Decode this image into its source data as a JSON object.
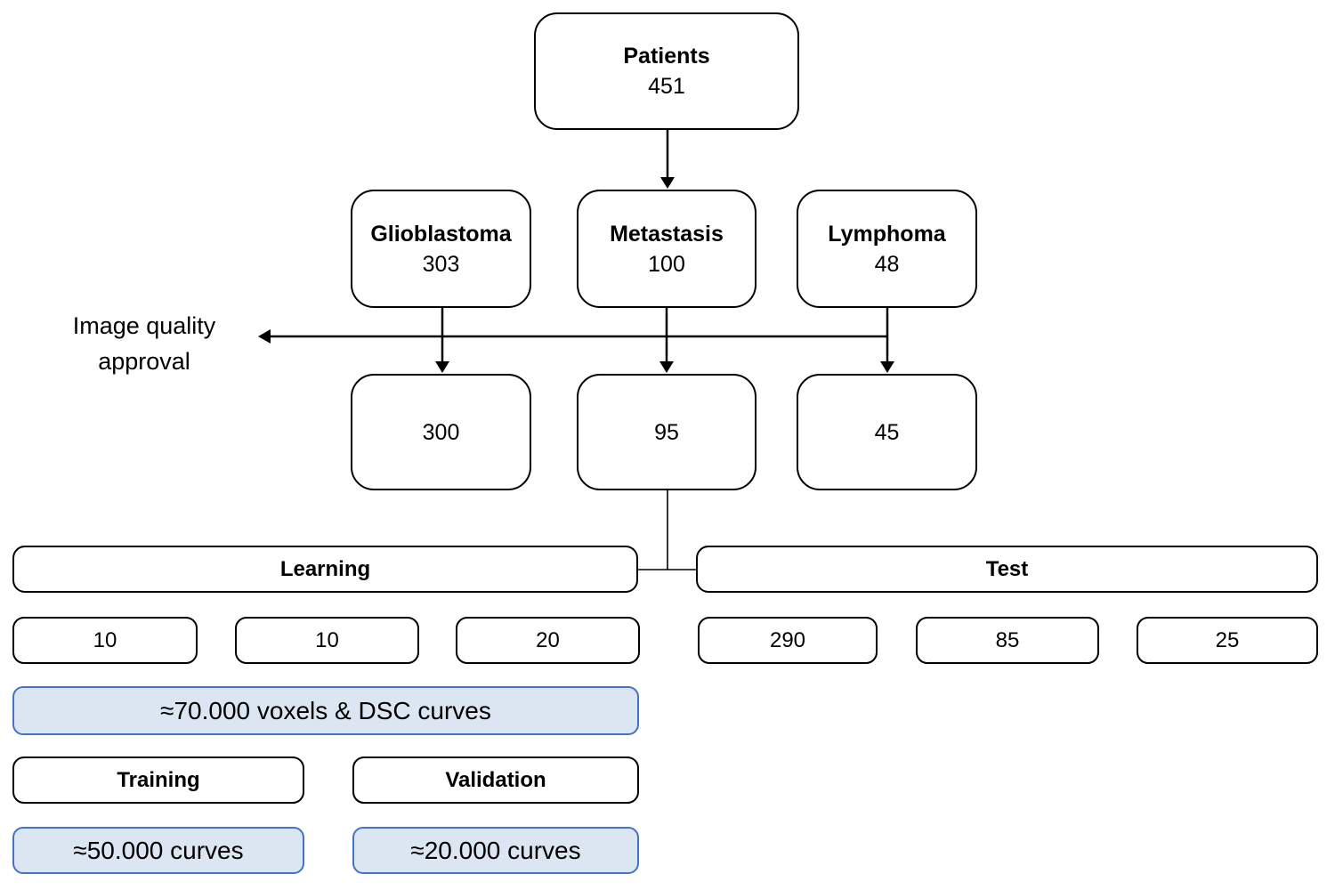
{
  "diagram": {
    "patients": {
      "label": "Patients",
      "value": "451"
    },
    "tumor_types": [
      {
        "label": "Glioblastoma",
        "value": "303"
      },
      {
        "label": "Metastasis",
        "value": "100"
      },
      {
        "label": "Lymphoma",
        "value": "48"
      }
    ],
    "image_quality_label": {
      "line1": "Image quality",
      "line2": "approval"
    },
    "approved_counts": [
      "300",
      "95",
      "45"
    ],
    "split": {
      "learning_label": "Learning",
      "test_label": "Test"
    },
    "learning_counts": [
      "10",
      "10",
      "20"
    ],
    "test_counts": [
      "290",
      "85",
      "25"
    ],
    "voxels_box_label": "≈70.000 voxels & DSC curves",
    "training_label": "Training",
    "validation_label": "Validation",
    "training_curves_label": "≈50.000 curves",
    "validation_curves_label": "≈20.000 curves",
    "colors": {
      "highlight_fill": "#DCE6F2",
      "highlight_border": "#4472C4",
      "line_color": "#000000"
    }
  }
}
